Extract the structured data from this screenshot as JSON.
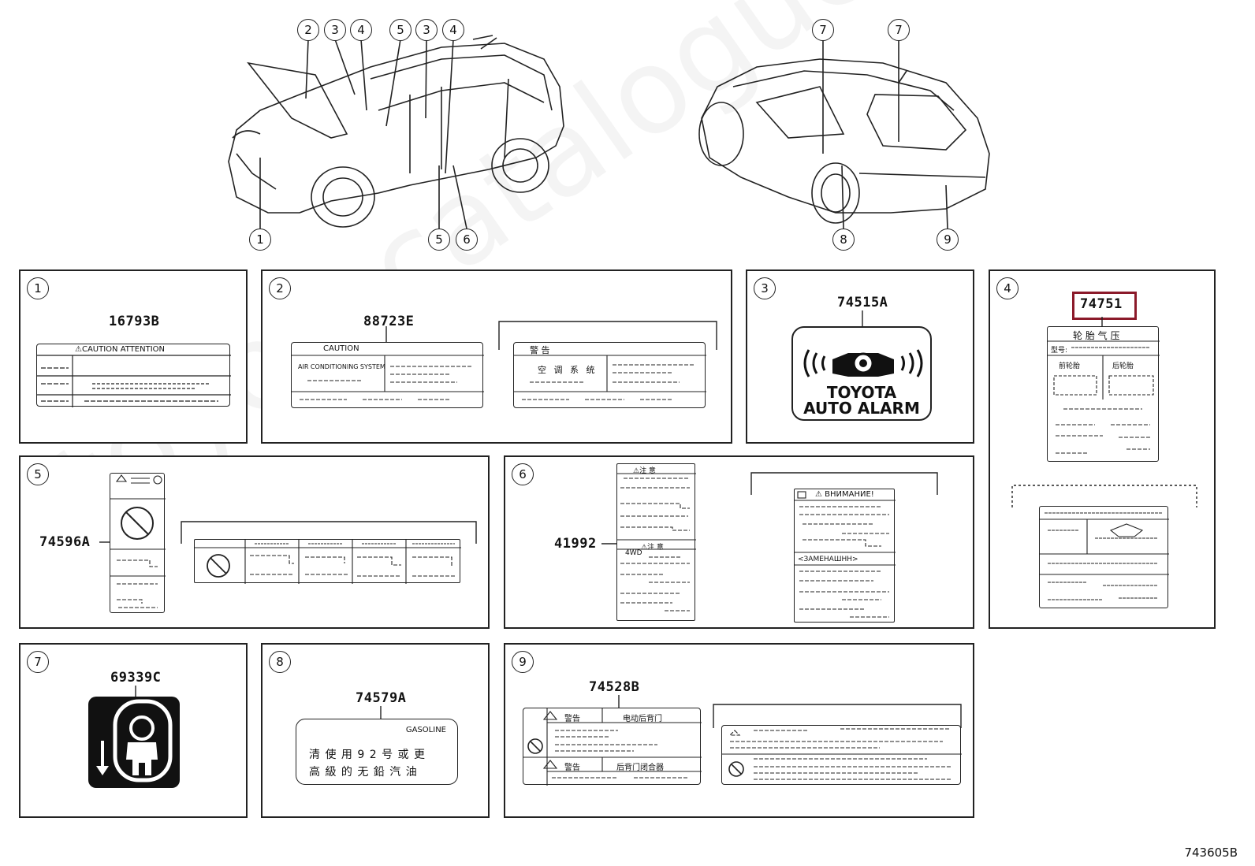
{
  "callouts": [
    "1",
    "2",
    "3",
    "4",
    "5",
    "6",
    "7",
    "8",
    "9"
  ],
  "panels": [
    {
      "num": "1",
      "part": "16793B",
      "label_text": "⚠CAUTION  ATTENTION"
    },
    {
      "num": "2",
      "part": "88723E",
      "label_text_1": "CAUTION",
      "label_text_2": "AIR CONDITIONING SYSTEM",
      "label_text_3": "警 告",
      "label_text_4": "空 调 系 统"
    },
    {
      "num": "3",
      "part": "74515A",
      "alarm_line_1": "TOYOTA",
      "alarm_line_2": "AUTO ALARM"
    },
    {
      "num": "4",
      "part": "74751",
      "label_title": "轮 胎 气 压",
      "label_sub_1": "型号:",
      "label_sub_2": "前轮胎",
      "label_sub_3": "后轮胎"
    },
    {
      "num": "5",
      "part": "74596A"
    },
    {
      "num": "6",
      "part": "41992",
      "label_title_1": "⚠注 意",
      "label_sub_1": "4WD",
      "label_title_2": "⚠注 意",
      "ru_title": "⚠ ВНИМАНИЕ!",
      "ru_sub": "<ЗАМЕНАШНН>"
    },
    {
      "num": "7",
      "part": "69339C"
    },
    {
      "num": "8",
      "part": "74579A",
      "label_head": "GASOLINE",
      "label_line_1": "清 使 用  9 2  号 或 更",
      "label_line_2": "高 級 的 无 鉛 汽 油"
    },
    {
      "num": "9",
      "part": "74528B",
      "label_row_1": "警告",
      "label_row_1b": "电动后背门",
      "label_row_2": "警告",
      "label_row_2b": "后背门闭合器"
    }
  ],
  "watermark": "toyotacatalogue.ru",
  "diagram_number": "743605B",
  "highlight_color": "#8b1a2a"
}
